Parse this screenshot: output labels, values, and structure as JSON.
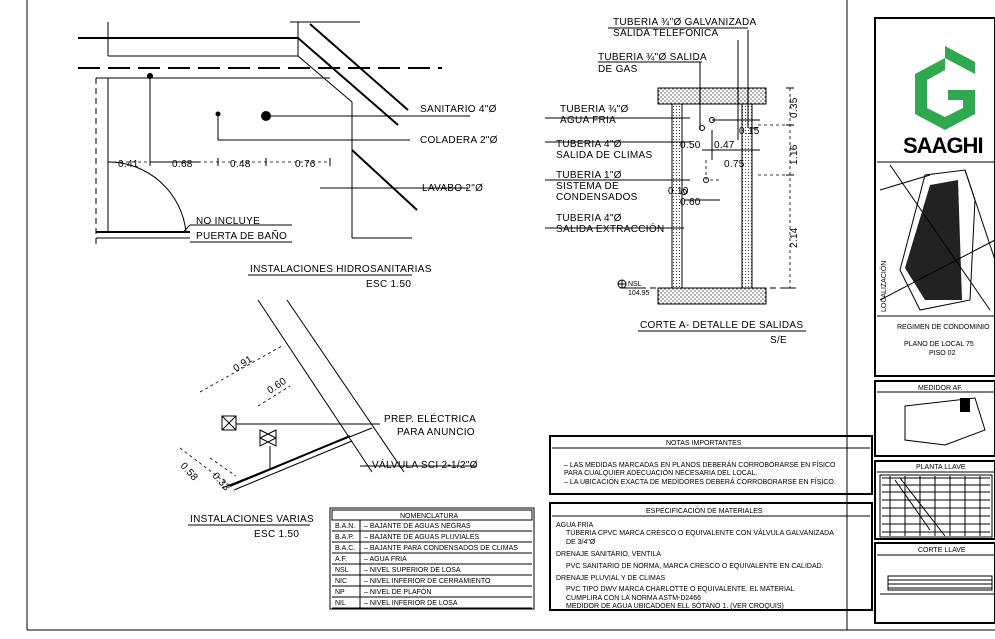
{
  "hydro": {
    "labels": {
      "sanitario": "SANITARIO 4\"Ø",
      "coladera": "COLADERA 2\"Ø",
      "lavabo": "LAVABO 2\"Ø",
      "no_incluye_1": "NO INCLUYE",
      "no_incluye_2": "PUERTA DE BAÑO"
    },
    "dims": [
      "0.41",
      "0.68",
      "0.48",
      "0.76"
    ],
    "title": "INSTALACIONES HIDROSANITARIAS",
    "scale": "ESC 1.50"
  },
  "section": {
    "labels": {
      "galv_1": "TUBERIA ¾\"Ø GALVANIZADA",
      "galv_2": "SALIDA TELEFONICA",
      "gas_1": "TUBERIA ¾\"Ø SALIDA",
      "gas_2": "DE GAS",
      "fria_1": "TUBERIA ¾\"Ø",
      "fria_2": "AGUA FRIA",
      "climas_1": "TUBERIA 4\"Ø",
      "climas_2": "SALIDA DE CLIMAS",
      "cond_1": "TUBERIA 1\"Ø",
      "cond_2": "SISTEMA DE",
      "cond_3": "CONDENSADOS",
      "extr_1": "TUBERIA 4\"Ø",
      "extr_2": "SALIDA EXTRACCIÓN"
    },
    "dims": {
      "d035": "0.35",
      "d015": "0.15",
      "d050": "0.50",
      "d047": "0.47",
      "d116": "1.16",
      "d075": "0.75",
      "d010": "0.10",
      "d060": "0.60",
      "d214": "2.14"
    },
    "nsl_1": "NSL",
    "nsl_2": "104.95",
    "title": "CORTE A- DETALLE DE SALIDAS",
    "scale": "S/E"
  },
  "varias": {
    "dims": {
      "d091": "0.91",
      "d060": "0.60",
      "d058": "0.58",
      "d033": "0.33"
    },
    "prep_1": "PREP. ELÉCTRICA",
    "prep_2": "PARA ANUNCIO",
    "valvula": "VÁLVULA SCI 2-1/2\"Ø",
    "title": "INSTALACIONES VARIAS",
    "scale": "ESC 1.50"
  },
  "nomenclatura": {
    "title": "NOMENCLATURA",
    "rows": [
      {
        "code": "B.A.N.",
        "desc": "BAJANTE DE AGUAS NEGRAS"
      },
      {
        "code": "B.A.P.",
        "desc": "BAJANTE DE AGUAS PLUVIALES"
      },
      {
        "code": "B.A.C.",
        "desc": "BAJANTE PARA CONDENSADOS DE CLIMAS"
      },
      {
        "code": "A.F.",
        "desc": "AGUA FRIA"
      },
      {
        "code": "NSL",
        "desc": "NIVEL SUPERIOR DE LOSA"
      },
      {
        "code": "NIC",
        "desc": "NIVEL INFERIOR DE CERRAMIENTO"
      },
      {
        "code": "NP",
        "desc": "NIVEL DE PLAFÓN"
      },
      {
        "code": "NIL",
        "desc": "NIVEL INFERIOR DE LOSA"
      }
    ]
  },
  "notas": {
    "title": "NOTAS IMPORTANTES",
    "lines": [
      "–   LAS MEDIDAS MARCADAS EN PLANOS DEBERÁN CORROBORARSE EN FÍSICO",
      "     PARA CUALQUIER ADECUACIÓN NECESARIA DEL LOCAL.",
      "–   LA UBICACIÓN EXACTA DE MEDIDORES DEBERÁ CORROBORARSE EN FÍSICO."
    ]
  },
  "especificacion": {
    "title": "ESPECIFICACIÓN DE MATERIALES",
    "lines": [
      "AGUA FRIA",
      "TUBERIA CPVC MARCA CRESCO O EQUIVALENTE CON VÁLVULA GALVANIZADA",
      "DE 3/4\"Ø",
      "DRENAJE SANITARIO, VENTILA",
      "PVC SANITARIO DE NORMA, MARCA CRESCO O EQUIVALENTE EN CALIDAD.",
      "DRENAJE PLUVIAL Y DE CLIMAS",
      "PVC TIPO DWV MARCA CHARLOTTE O EQUIVALENTE. EL MATERIAL",
      "CUMPLIRA CON LA NORMA ASTM-D2466",
      "MEDIDOR DE AGUA UBICADOEN ELL SÓTANO 1. (VER CROQUIS)"
    ]
  },
  "titleblock": {
    "logo_text": "SAAGHI",
    "logo_color": "#2fa84f",
    "localizacion": "LOCALIZACIÓN",
    "regimen": "REGIMEN DE CONDOMINIO",
    "plano_1": "PLANO DE LOCAL 75",
    "plano_2": "PISO 02",
    "medidor": "MEDIDOR AF.",
    "planta": "PLANTA LLAVE",
    "corte": "CORTE LLAVE"
  }
}
